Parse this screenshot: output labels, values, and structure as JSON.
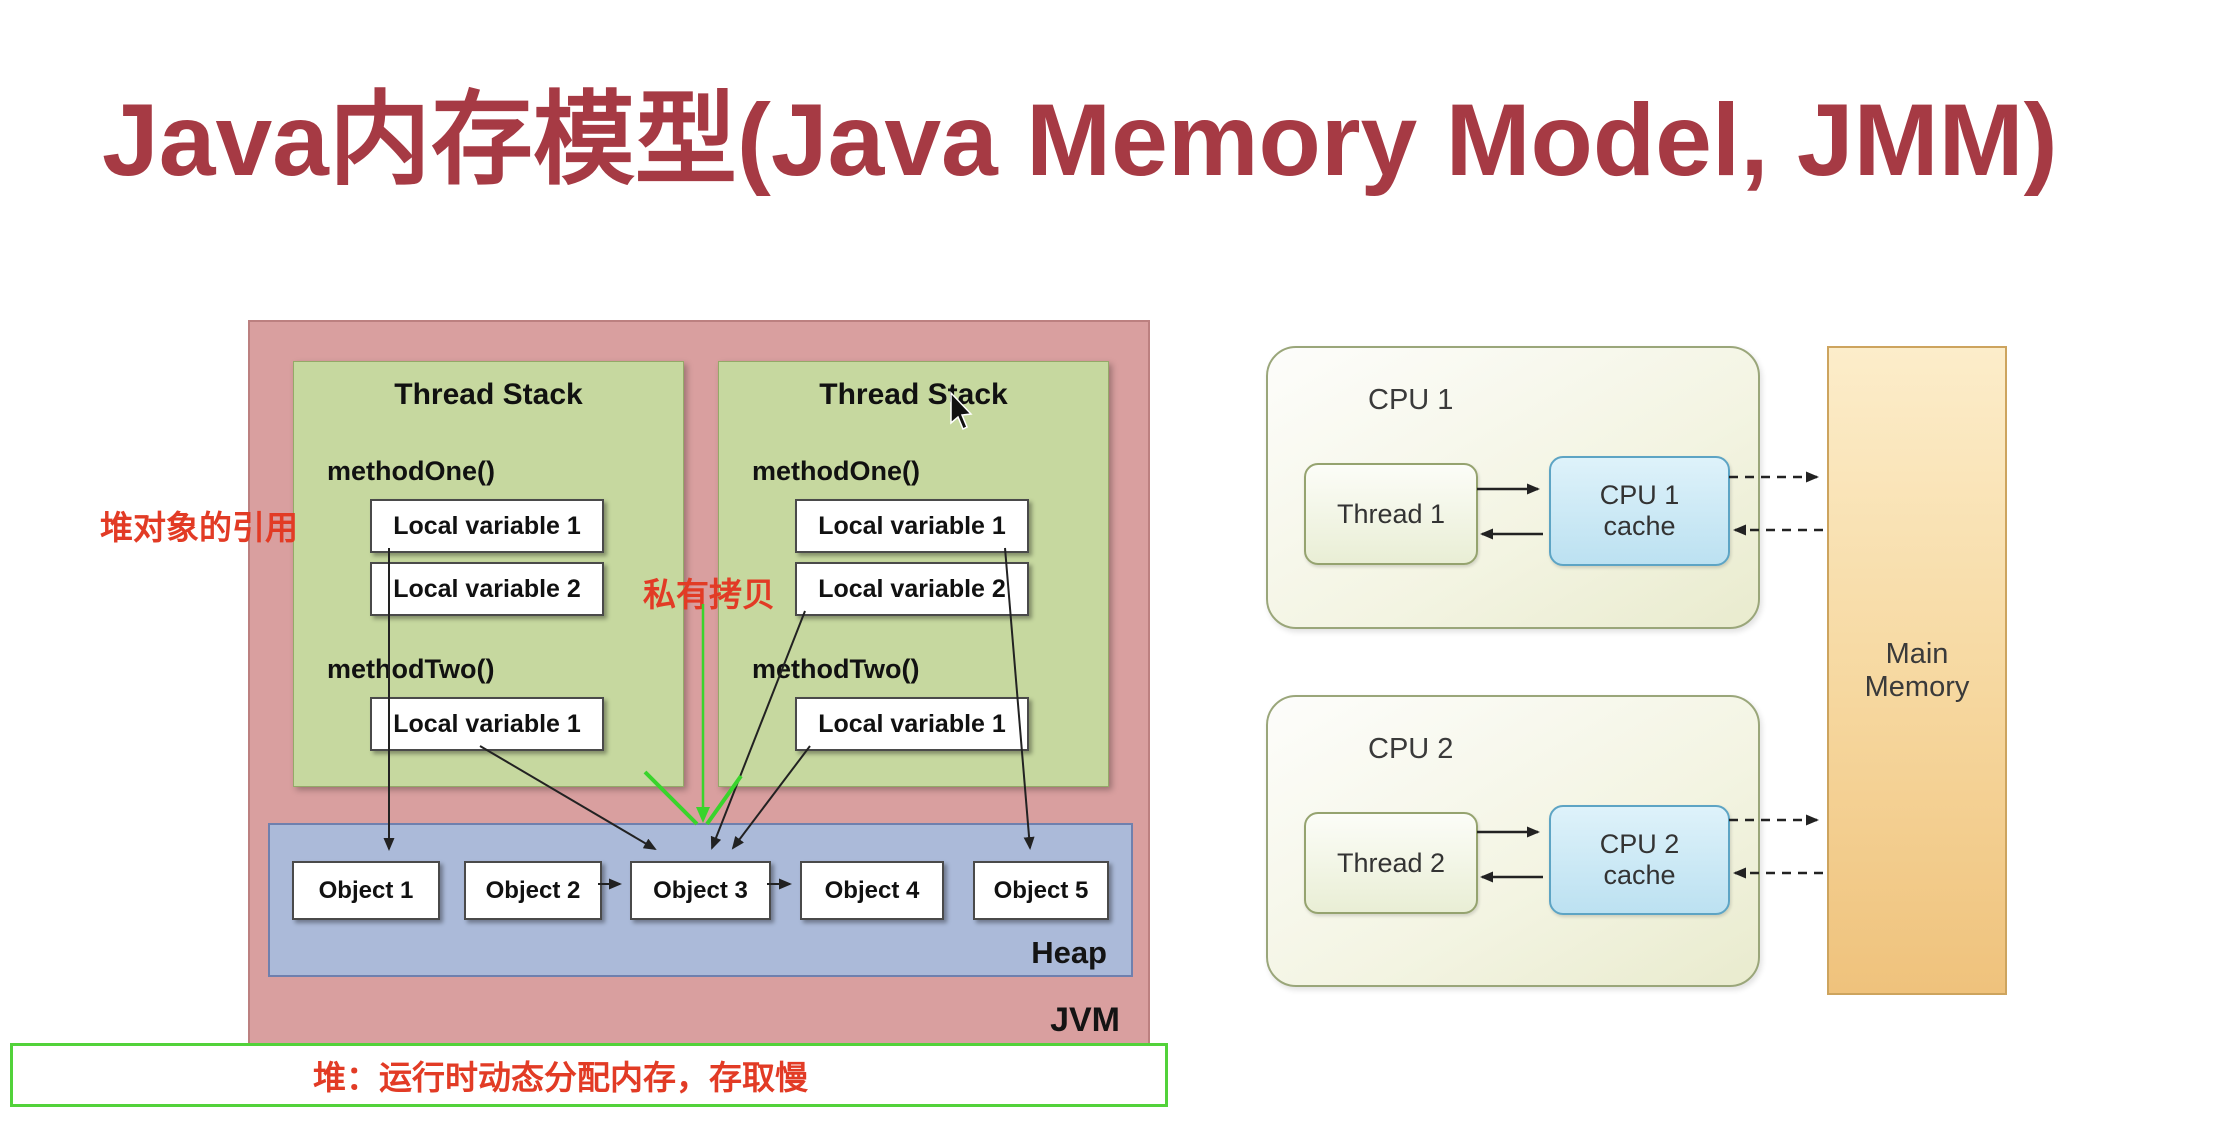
{
  "title": "Java内存模型(Java Memory Model, JMM)",
  "jvm": {
    "label": "JVM",
    "heap_label": "Heap",
    "stacks": [
      {
        "title": "Thread Stack",
        "method_one": "methodOne()",
        "vars_one": [
          "Local variable 1",
          "Local variable 2"
        ],
        "method_two": "methodTwo()",
        "vars_two": [
          "Local variable 1"
        ]
      },
      {
        "title": "Thread Stack",
        "method_one": "methodOne()",
        "vars_one": [
          "Local variable 1",
          "Local variable 2"
        ],
        "method_two": "methodTwo()",
        "vars_two": [
          "Local variable 1"
        ]
      }
    ],
    "heap_objects": [
      "Object 1",
      "Object 2",
      "Object 3",
      "Object 4",
      "Object 5"
    ]
  },
  "annotations": {
    "heap_reference": "堆对象的引用",
    "private_copy": "私有拷贝",
    "bottom_note": "堆：运行时动态分配内存，存取慢"
  },
  "cpu_diagram": {
    "cpus": [
      {
        "name": "CPU 1",
        "thread": "Thread 1",
        "cache": "CPU 1\ncache"
      },
      {
        "name": "CPU 2",
        "thread": "Thread 2",
        "cache": "CPU 2\ncache"
      }
    ],
    "main_memory": "Main\nMemory"
  },
  "colors": {
    "title_red": "#a63a44",
    "jvm_bg": "#d99f9f",
    "stack_bg": "#c6d89f",
    "heap_bg": "#abbad9",
    "annotation_red": "#e23b25",
    "note_border_green": "#52d23a",
    "cache_blue": "#bce1f1",
    "main_memory_orange": "#f6d79e"
  }
}
